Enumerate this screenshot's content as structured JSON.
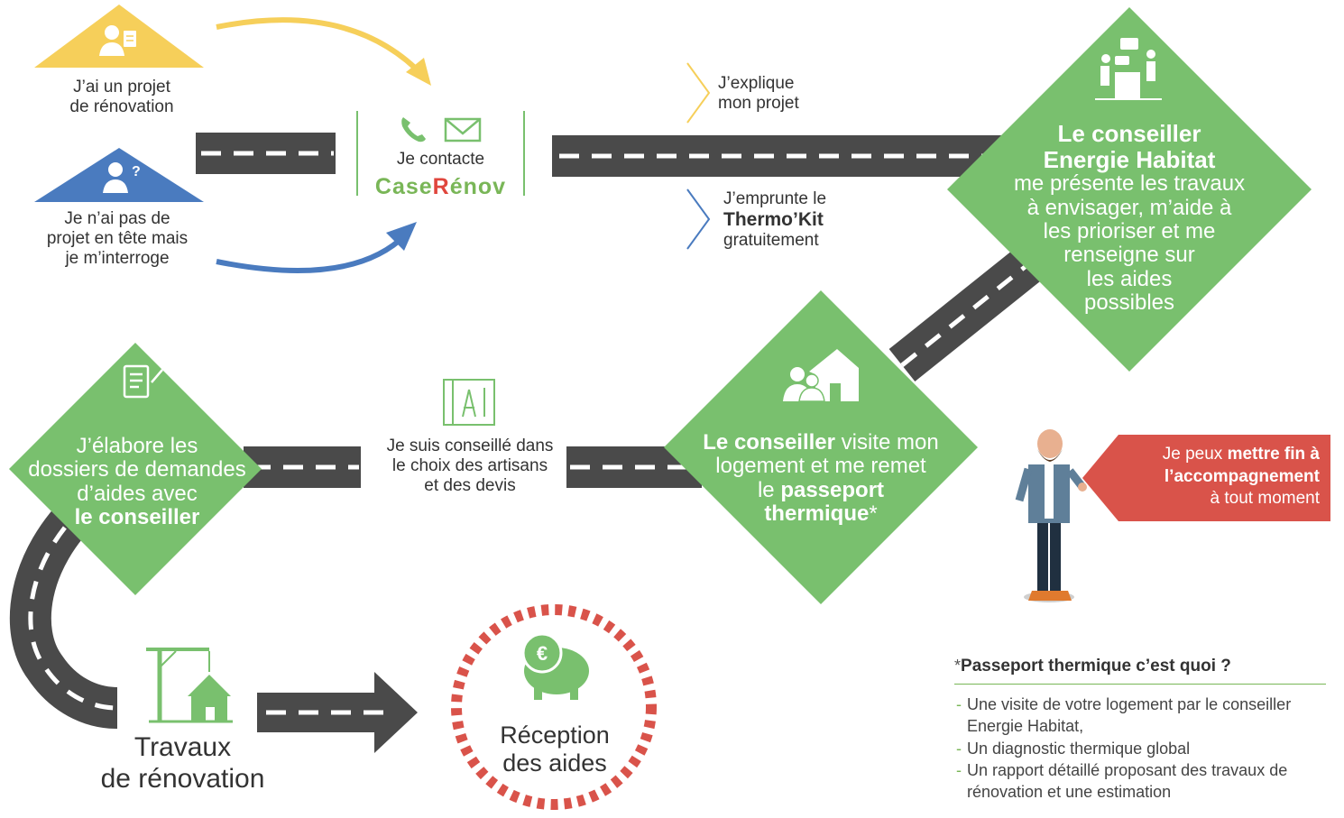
{
  "colors": {
    "green": "#79c06e",
    "red": "#d9534a",
    "road": "#4a4a4a",
    "yellow": "#f6cf5a",
    "blue": "#4a7bbf"
  },
  "step_project": {
    "line1": "J’ai un projet",
    "line2": "de rénovation"
  },
  "step_no_project": {
    "line1": "Je n’ai pas de",
    "line2": "projet en tête mais",
    "line3": "je m’interroge"
  },
  "contact": {
    "line1": "Je contacte",
    "brand_a": "Case",
    "brand_b": "R",
    "brand_c": "énov"
  },
  "explain": {
    "line1": "J’explique",
    "line2": "mon projet"
  },
  "thermokit": {
    "line1": "J’emprunte le",
    "line2": "Thermo’Kit",
    "line3": "gratuitement"
  },
  "advisor": {
    "title1": "Le conseiller",
    "title2": "Energie Habitat",
    "line1": "me présente les travaux",
    "line2": "à envisager, m’aide à",
    "line3": "les prioriser et me",
    "line4": "renseigne sur",
    "line5": "les aides",
    "line6": "possibles"
  },
  "visit": {
    "bold1": "Le conseiller",
    "line1": "visite mon",
    "line2": "logement et me remet",
    "le": "le",
    "bold2": "passeport",
    "bold3": "thermique",
    "star": "*"
  },
  "artisans": {
    "line1": "Je suis conseillé dans",
    "line2": "le choix des artisans",
    "line3": "et des devis"
  },
  "dossiers": {
    "line1": "J’élabore les",
    "line2": "dossiers de demandes",
    "line3": "d’aides avec",
    "bold": "le conseiller"
  },
  "stop": {
    "line1": "Je peux",
    "bold1": "mettre fin à",
    "bold2": "l’accompagnement",
    "line2": "à tout moment"
  },
  "travaux": {
    "line1": "Travaux",
    "line2": "de rénovation"
  },
  "reception": {
    "line1": "Réception",
    "line2": "des aides"
  },
  "note": {
    "star": "*",
    "title": "Passeport thermique c’est quoi ?",
    "items": [
      "Une visite de votre logement par le conseiller Energie Habitat,",
      "Un diagnostic thermique global",
      "Un rapport détaillé proposant des travaux de rénovation et une estimation"
    ]
  }
}
